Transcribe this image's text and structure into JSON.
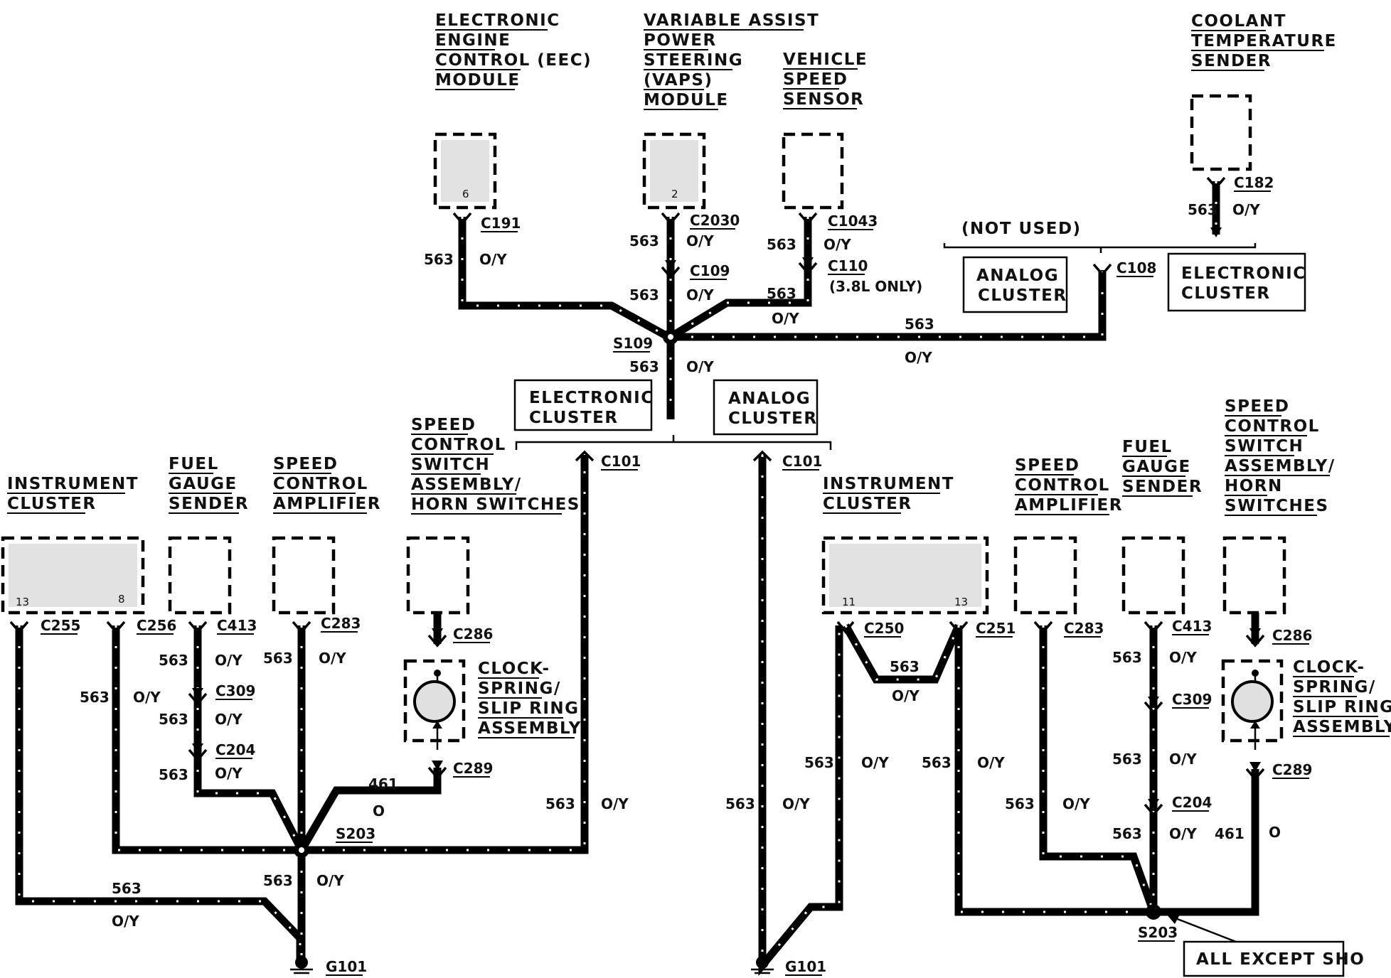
{
  "top_components": {
    "eec": [
      "ELECTRONIC",
      "ENGINE",
      "CONTROL (EEC)",
      "MODULE"
    ],
    "vaps": [
      "VARIABLE ASSIST",
      "POWER",
      "STEERING",
      "(VAPS)",
      "MODULE"
    ],
    "vss": [
      "VEHICLE",
      "SPEED",
      "SENSOR"
    ],
    "coolant": [
      "COOLANT",
      "TEMPERATURE",
      "SENDER"
    ]
  },
  "pins": {
    "eec": "6",
    "vaps": "2",
    "ic_left_a": "13",
    "ic_left_b": "8",
    "ic_right_a": "11",
    "ic_right_b": "13"
  },
  "connectors": {
    "c191": "C191",
    "c2030": "C2030",
    "c1043": "C1043",
    "c109": "C109",
    "c110": "C110",
    "c110_note": "(3.8L ONLY)",
    "c182": "C182",
    "c108": "C108",
    "c101": "C101",
    "c255": "C255",
    "c256": "C256",
    "c413": "C413",
    "c283": "C283",
    "c286": "C286",
    "c309": "C309",
    "c204": "C204",
    "c289": "C289",
    "c250": "C250",
    "c251": "C251"
  },
  "splices": {
    "s109": "S109",
    "s203": "S203"
  },
  "grounds": {
    "g101": "G101"
  },
  "wire": {
    "circuit": "563",
    "color": "O/Y",
    "circuit_461": "461",
    "color_461": "O"
  },
  "boxes": {
    "not_used": "(NOT USED)",
    "analog_cluster": [
      "ANALOG",
      "CLUSTER"
    ],
    "electronic_cluster": [
      "ELECTRONIC",
      "CLUSTER"
    ],
    "all_except_sho": "ALL EXCEPT SHO"
  },
  "bottom_left": {
    "instrument_cluster": [
      "INSTRUMENT",
      "CLUSTER"
    ],
    "fuel_gauge_sender": [
      "FUEL",
      "GAUGE",
      "SENDER"
    ],
    "speed_control_amplifier": [
      "SPEED",
      "CONTROL",
      "AMPLIFIER"
    ],
    "speed_control_switch": [
      "SPEED",
      "CONTROL",
      "SWITCH",
      "ASSEMBLY/",
      "HORN SWITCHES"
    ],
    "clockspring": [
      "CLOCK-",
      "SPRING/",
      "SLIP RING",
      "ASSEMBLY"
    ]
  },
  "bottom_right": {
    "instrument_cluster": [
      "INSTRUMENT",
      "CLUSTER"
    ],
    "speed_control_amplifier": [
      "SPEED",
      "CONTROL",
      "AMPLIFIER"
    ],
    "fuel_gauge_sender": [
      "FUEL",
      "GAUGE",
      "SENDER"
    ],
    "speed_control_switch": [
      "SPEED",
      "CONTROL",
      "SWITCH",
      "ASSEMBLY/",
      "HORN",
      "SWITCHES"
    ],
    "clockspring": [
      "CLOCK-",
      "SPRING/",
      "SLIP RING",
      "ASSEMBLY"
    ]
  }
}
